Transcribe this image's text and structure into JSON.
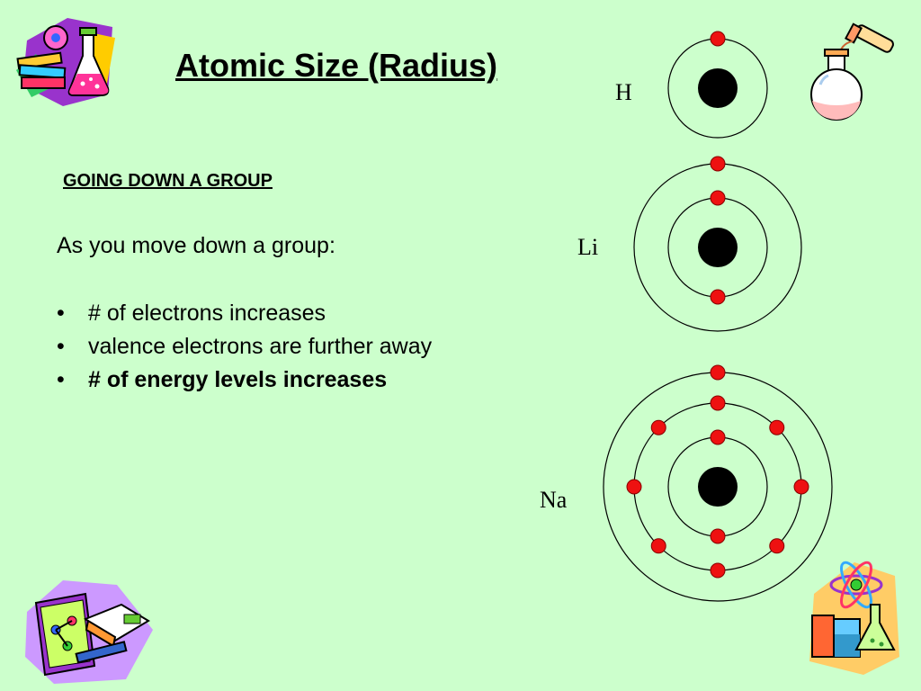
{
  "slide": {
    "title": "Atomic Size (Radius)",
    "subheading": "GOING DOWN A GROUP",
    "intro": "As you move down a group:",
    "bullet_marker": "•",
    "bullets": [
      {
        "text": "# of electrons increases",
        "bold": false
      },
      {
        "text": "valence electrons are further away",
        "bold": false
      },
      {
        "text": "# of energy levels increases",
        "bold": true
      }
    ]
  },
  "atoms": [
    {
      "symbol": "H",
      "electrons_per_shell": [
        1
      ]
    },
    {
      "symbol": "Li",
      "electrons_per_shell": [
        2,
        1
      ]
    },
    {
      "symbol": "Na",
      "electrons_per_shell": [
        2,
        8,
        1
      ]
    }
  ],
  "colors": {
    "background": "#ccffcc",
    "electron": "#ee1111",
    "nucleus": "#000000"
  },
  "decorations": [
    "chemistry-books-flask-clipart",
    "flask-test-tube-clipart",
    "books-molecule-clipart",
    "atom-beakers-clipart"
  ]
}
